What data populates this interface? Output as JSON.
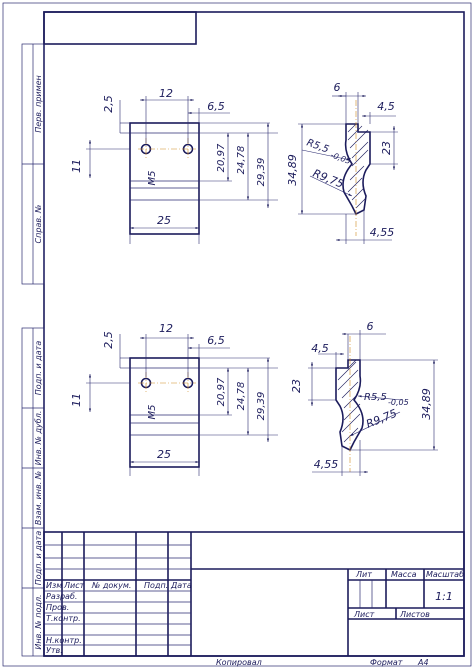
{
  "side_labels": {
    "perv_primen": "Перв. примен",
    "sprav_no": "Справ. №",
    "podp_data_1": "Подп. и дата",
    "inv_dubl": "Инв. № дубл.",
    "vzam_inv": "Взам. инв. №",
    "podp_data_2": "Подп. и дата",
    "inv_podl": "Инв. № подл."
  },
  "view_top": {
    "dims": {
      "d25a": "2,5",
      "d12": "12",
      "d65": "6,5",
      "d11": "11",
      "m5": "М5",
      "d2097": "20,97",
      "d2478": "24,78",
      "d2939": "29,39",
      "d25": "25",
      "d6": "6",
      "d45": "4,5",
      "r55": "R5,5",
      "r55tol": "-0,05",
      "d23": "23",
      "d3489": "34,89",
      "r975": "R9,75",
      "d455": "4,55"
    }
  },
  "view_bottom": {
    "dims": {
      "d25a": "2,5",
      "d12": "12",
      "d65": "6,5",
      "d11": "11",
      "m5": "М5",
      "d2097": "20,97",
      "d2478": "24,78",
      "d2939": "29,39",
      "d25": "25",
      "d6": "6",
      "d45": "4,5",
      "r55": "R5,5",
      "r55tol": "-0,05",
      "d23": "23",
      "d3489": "34,89",
      "r975": "R9,75",
      "d455": "4,55"
    }
  },
  "title_block": {
    "izm": "Изм",
    "list": "Лист",
    "doc_no": "№ докум.",
    "podp": "Подп.",
    "data": "Дата",
    "razrab": "Разраб.",
    "prov": "Пров.",
    "tkontr": "Т.контр.",
    "nkontr": "Н.контр.",
    "utv": "Утв.",
    "lit": "Лит",
    "massa": "Масса",
    "masshtab": "Масштаб",
    "scale_value": "1:1",
    "list_label": "Лист",
    "listov_label": "Листов"
  },
  "footer": {
    "kopiroval": "Копировал",
    "format": "Формат",
    "format_value": "А4"
  }
}
